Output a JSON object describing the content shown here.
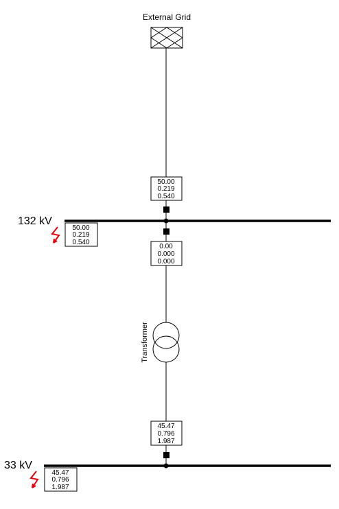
{
  "external_grid": {
    "label": "External Grid"
  },
  "buses": [
    {
      "label": "132 kV"
    },
    {
      "label": "33 kV"
    }
  ],
  "transformer": {
    "label": "Transformer"
  },
  "result_boxes": {
    "grid_terminal": [
      "50.00",
      "0.219",
      "0.540"
    ],
    "bus_132": [
      "50.00",
      "0.219",
      "0.540"
    ],
    "xfmr_hv": [
      "0.00",
      "0.000",
      "0.000"
    ],
    "xfmr_lv": [
      "45.47",
      "0.796",
      "1.987"
    ],
    "bus_33": [
      "45.47",
      "0.796",
      "1.987"
    ]
  },
  "colors": {
    "fault_symbol": "#e8000b",
    "lines": "#000000"
  },
  "icons": [
    "external-grid-icon",
    "transformer-icon",
    "short-circuit-icon",
    "breaker-icon"
  ]
}
